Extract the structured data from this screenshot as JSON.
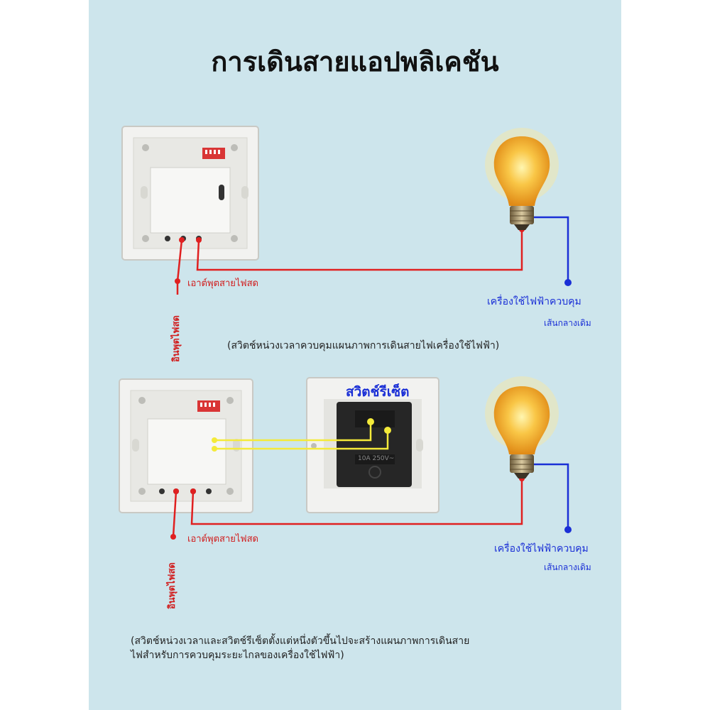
{
  "title": "การเดินสายแอปพลิเคชัน",
  "diagram1": {
    "live_out_label": "เอาต์พุตสายไฟสด",
    "live_in_label": "อินพุตไฟสด",
    "device_label": "เครื่องใช้ไฟฟ้าควบคุม",
    "neutral_label": "เส้นกลางเดิม",
    "caption": "(สวิตช์หน่วงเวลาควบคุมแผนภาพการเดินสายไฟเครื่องใช้ไฟฟ้า)"
  },
  "diagram2": {
    "reset_switch_label": "สวิตช์รีเซ็ต",
    "switch_rating": "10A 250V~",
    "live_out_label": "เอาต์พุตสายไฟสด",
    "live_in_label": "อินพุตไฟสด",
    "device_label": "เครื่องใช้ไฟฟ้าควบคุม",
    "neutral_label": "เส้นกลางเดิม",
    "caption_line1": "(สวิตช์หน่วงเวลาและสวิตช์รีเซ็ตตั้งแต่หนึ่งตัวขึ้นไปจะสร้างแผนภาพการเดินสาย",
    "caption_line2": "ไฟสำหรับการควบคุมระยะไกลของเครื่องใช้ไฟฟ้า)"
  },
  "colors": {
    "background": "#cde5ec",
    "live_wire": "#e02020",
    "neutral_wire": "#1a2fd6",
    "control_wire": "#f4ea3a",
    "bulb_glow": "#f5b52a"
  }
}
